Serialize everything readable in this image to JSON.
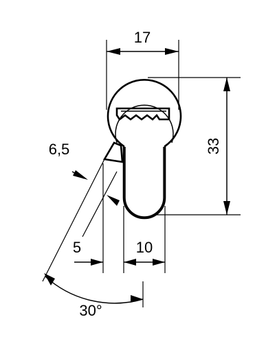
{
  "dimensions": {
    "top_width": "17",
    "height": "33",
    "cam_width": "6,5",
    "offset": "5",
    "bottom_width": "10",
    "angle": "30°"
  }
}
